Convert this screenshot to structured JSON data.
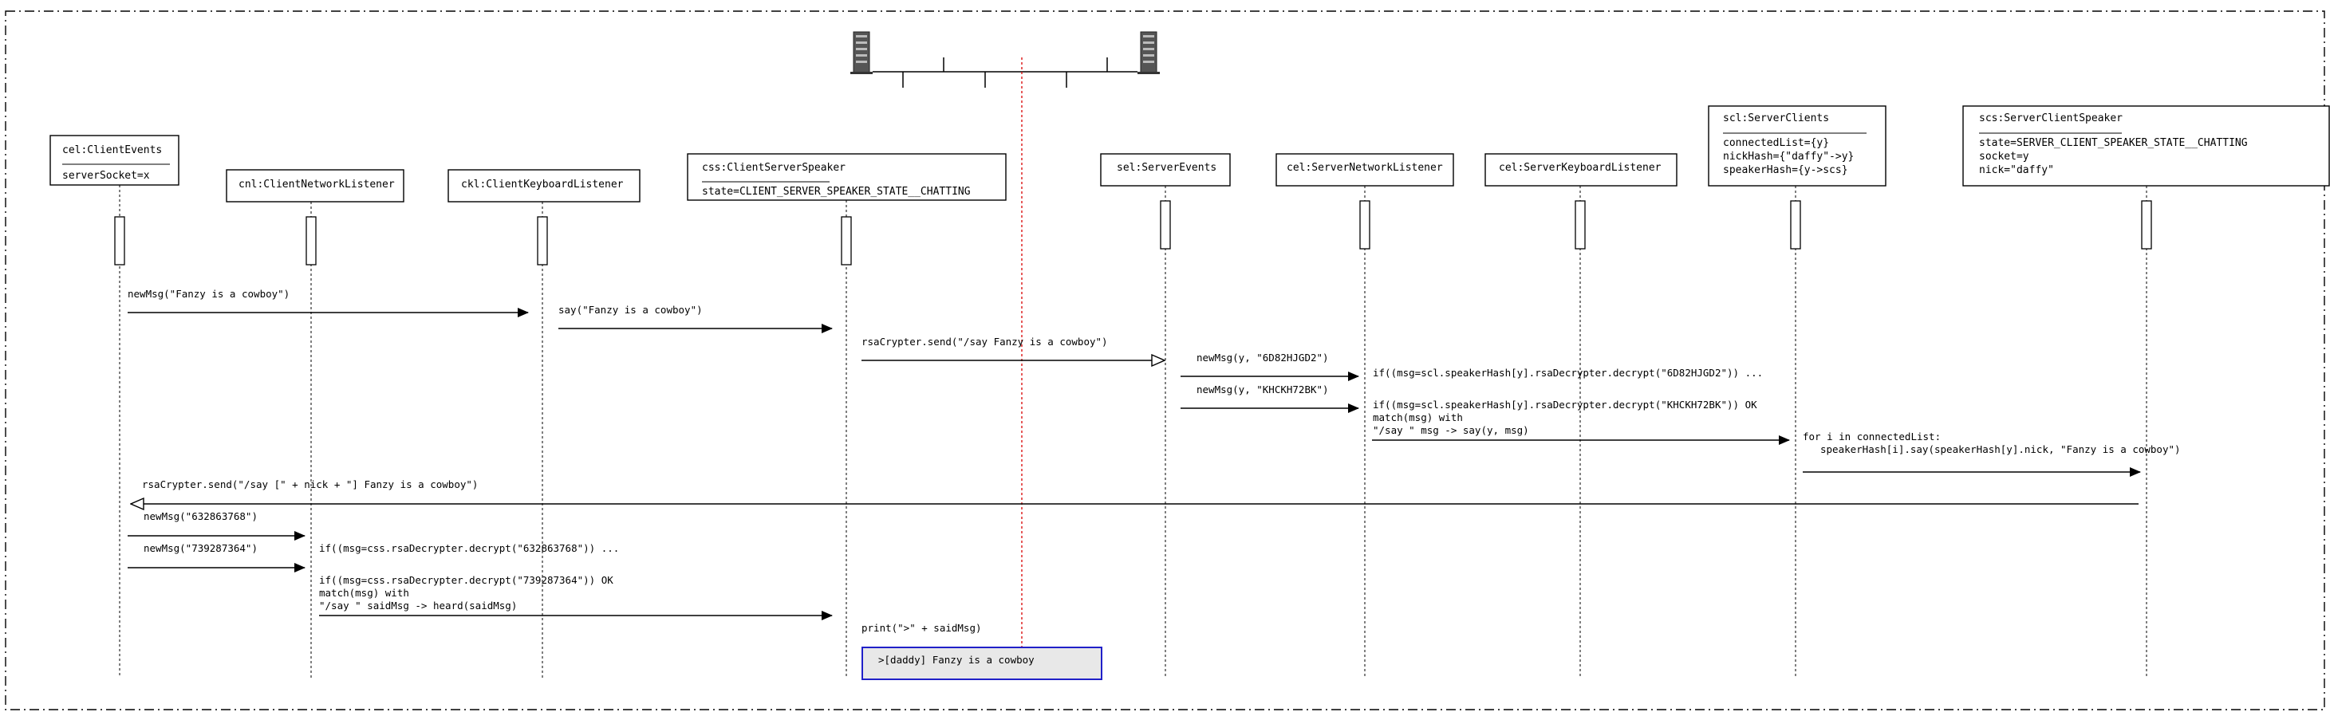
{
  "objects": [
    {
      "id": "cel1",
      "lines": [
        "cel:ClientEvents",
        "serverSocket=x"
      ]
    },
    {
      "id": "cnl",
      "lines": [
        "cnl:ClientNetworkListener"
      ]
    },
    {
      "id": "ckl",
      "lines": [
        "ckl:ClientKeyboardListener"
      ]
    },
    {
      "id": "css",
      "lines": [
        "css:ClientServerSpeaker",
        "state=CLIENT_SERVER_SPEAKER_STATE__CHATTING"
      ]
    },
    {
      "id": "sel",
      "lines": [
        "sel:ServerEvents"
      ]
    },
    {
      "id": "snl",
      "lines": [
        "cel:ServerNetworkListener"
      ]
    },
    {
      "id": "skl",
      "lines": [
        "cel:ServerKeyboardListener"
      ]
    },
    {
      "id": "scl",
      "lines": [
        "scl:ServerClients",
        "connectedList={y}",
        "nickHash={\"daffy\"->y}",
        "speakerHash={y->scs}"
      ]
    },
    {
      "id": "scs",
      "lines": [
        "scs:ServerClientSpeaker",
        "state=SERVER_CLIENT_SPEAKER_STATE__CHATTING",
        "socket=y",
        "nick=\"daffy\""
      ]
    }
  ],
  "messages": [
    {
      "label": "newMsg(\"Fanzy is a cowboy\")"
    },
    {
      "label": "say(\"Fanzy is a cowboy\")"
    },
    {
      "label": "rsaCrypter.send(\"/say Fanzy is a cowboy\")"
    },
    {
      "label": "newMsg(y, \"6D82HJGD2\")"
    },
    {
      "label": "newMsg(y, \"KHCKH72BK\")"
    },
    {
      "label": "rsaCrypter.send(\"/say [\" + nick + \"] Fanzy is a cowboy\")"
    },
    {
      "label": "newMsg(\"632863768\")"
    },
    {
      "label": "newMsg(\"739287364\")"
    }
  ],
  "notes": {
    "snl_1": "if((msg=scl.speakerHash[y].rsaDecrypter.decrypt(\"6D82HJGD2\")) ...",
    "snl_2a": "if((msg=scl.speakerHash[y].rsaDecrypter.decrypt(\"KHCKH72BK\")) OK",
    "snl_2b": "match(msg) with",
    "snl_2c": "\"/say \" msg -> say(y, msg)",
    "scl_1a": "for i in connectedList:",
    "scl_1b": "speakerHash[i].say(speakerHash[y].nick, \"Fanzy is a cowboy\")",
    "cnl_1": "if((msg=css.rsaDecrypter.decrypt(\"632863768\")) ...",
    "cnl_2a": "if((msg=css.rsaDecrypter.decrypt(\"739287364\")) OK",
    "cnl_2b": "match(msg) with",
    "cnl_2c": "\"/say \" saidMsg -> heard(saidMsg)",
    "css_print": "print(\">\" + saidMsg)"
  },
  "output_box": {
    "text": ">[daddy] Fanzy is a cowboy"
  },
  "colors": {
    "line": "#000000",
    "network": "#d80000",
    "output_border": "#2020c8",
    "output_fill": "#e8e8e8",
    "server_icon": "#555555"
  }
}
